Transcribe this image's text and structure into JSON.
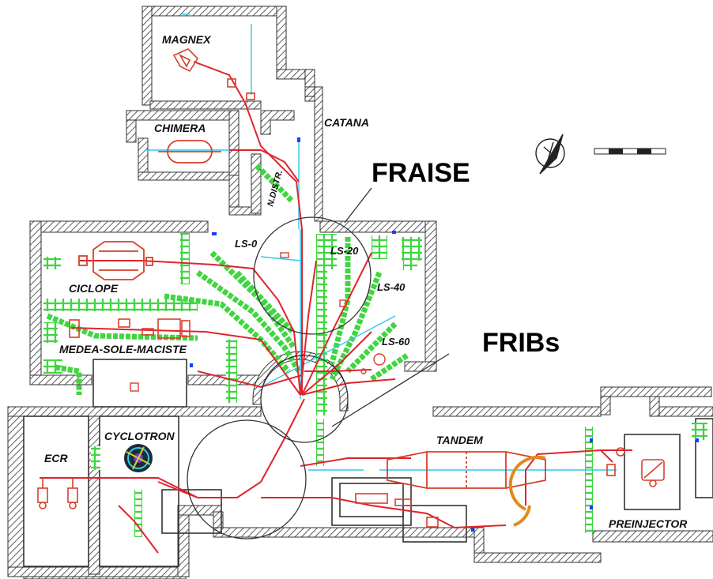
{
  "labels": {
    "magnex": "MAGNEX",
    "chimera": "CHIMERA",
    "catana": "CATANA",
    "ndistr": "N.DISTR.",
    "ls0": "LS-0",
    "ls20": "LS-20",
    "ls40": "LS-40",
    "ls60": "LS-60",
    "ciclope": "CICLOPE",
    "medea": "MEDEA-SOLE-MACISTE",
    "cyclotron": "CYCLOTRON",
    "ecr": "ECR",
    "tandem": "TANDEM",
    "preinjector": "PREINJECTOR"
  },
  "callouts": {
    "fraise": "FRAISE",
    "fribs": "FRIBs"
  },
  "colors": {
    "wall": "#333333",
    "shielding": "#3fd63f",
    "beamline": "#e0242c",
    "beam_path": "#30c8e8",
    "marker": "#1a3cff",
    "magnet": "#d6402a",
    "dipole": "#e08a1e"
  },
  "icons": {
    "compass": "compass-icon",
    "scale_bar": "scale-bar"
  }
}
